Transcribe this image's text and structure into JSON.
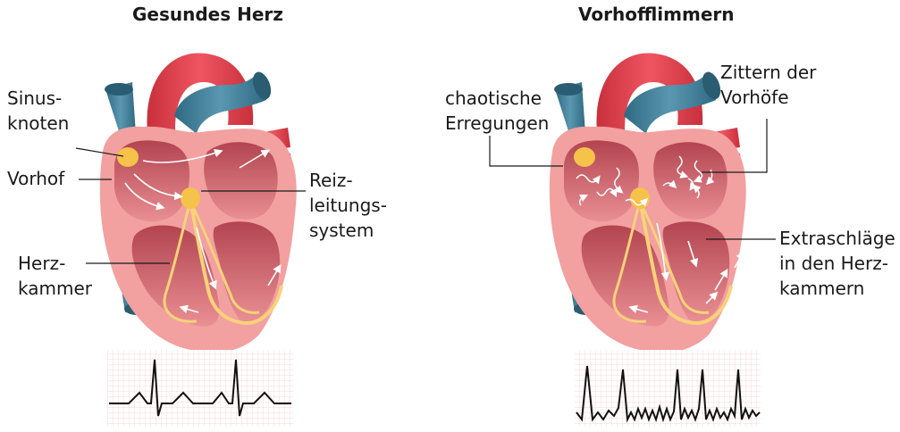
{
  "panels": [
    {
      "title": "Gesundes Herz",
      "labels": {
        "sinus_1": "Sinus-",
        "sinus_2": "knoten",
        "vorhof": "Vorhof",
        "reiz_1": "Reiz-",
        "reiz_2": "leitungs-",
        "reiz_3": "system",
        "herz_1": "Herz-",
        "herz_2": "kammer"
      }
    },
    {
      "title": "Vorhofflimmern",
      "labels": {
        "chaot_1": "chaotische",
        "chaot_2": "Erregungen",
        "zittern_1": "Zittern der",
        "zittern_2": "Vorhöfe",
        "extra_1": "Extraschläge",
        "extra_2": "in den Herz-",
        "extra_3": "kammern"
      }
    }
  ],
  "colors": {
    "vessel_blue": "#3f7f98",
    "aorta_red": "#e8434e",
    "heart_outer": "#f2a0a0",
    "chamber_dark": "#a83a44",
    "conduction_yellow": "#f7d27a",
    "node_yellow": "#f5c24a",
    "ecg_grid": "#f6c9cf",
    "ecg_line": "#111111"
  }
}
